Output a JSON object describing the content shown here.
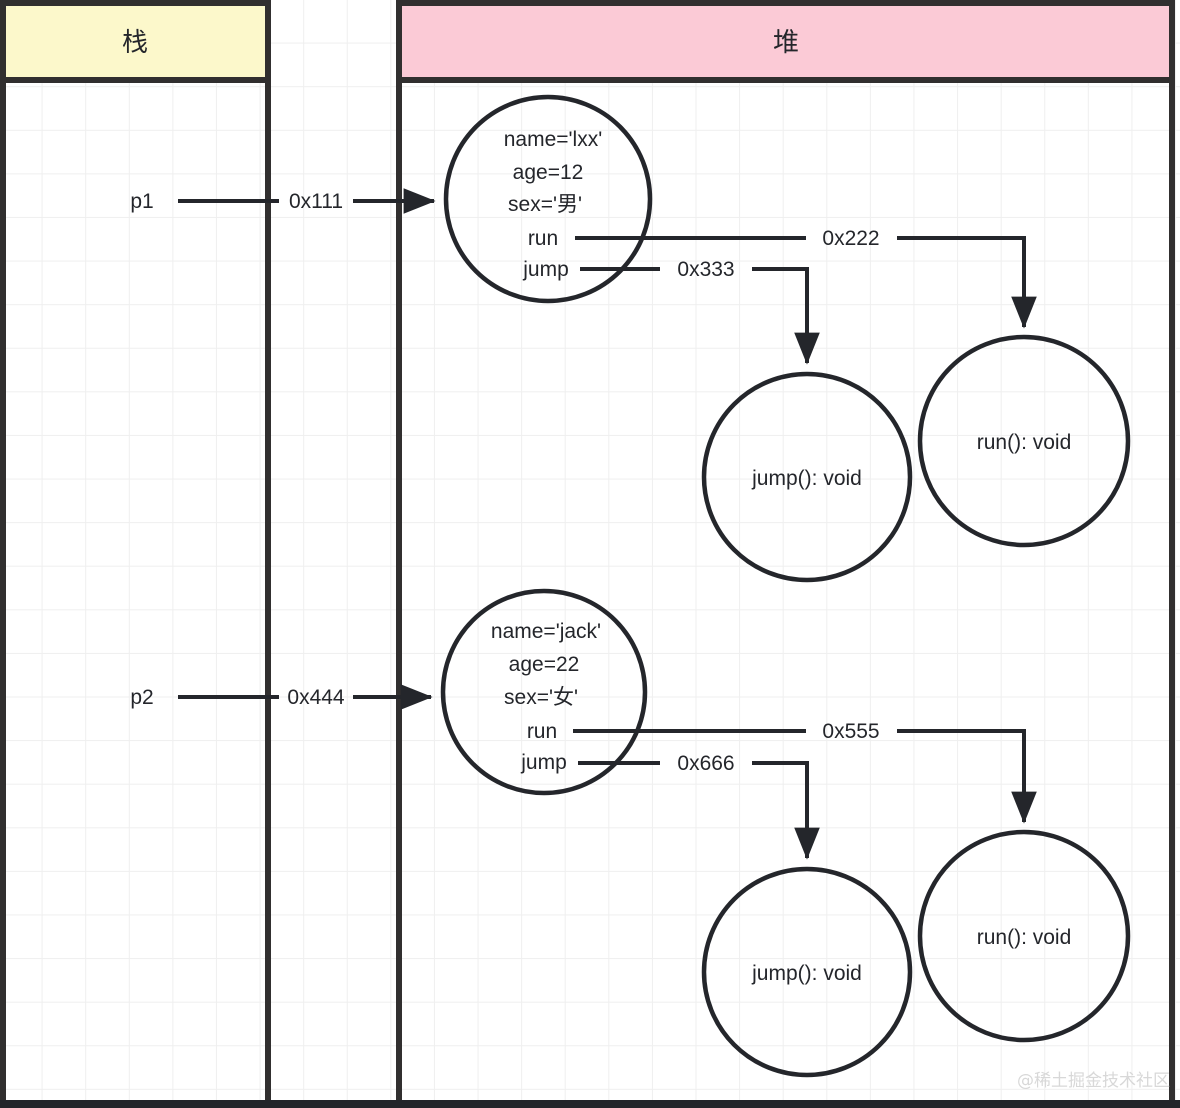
{
  "diagram": {
    "title": "JavaScript stack and heap memory diagram",
    "watermark": "@稀土掘金技术社区",
    "colors": {
      "stack_header_fill": "#FCF8CB",
      "heap_header_fill": "#FBCAD6",
      "border": "#312F2F",
      "stroke": "#24262B",
      "grid_line": "#EFEFEF",
      "background": "#FFFFFF",
      "watermark": "#D8D8D8"
    }
  },
  "regions": {
    "stack": {
      "label": "栈"
    },
    "heap": {
      "label": "堆"
    }
  },
  "stack_variables": [
    {
      "name": "p1",
      "pointer_label": "0x111"
    },
    {
      "name": "p2",
      "pointer_label": "0x444"
    }
  ],
  "heap_objects": [
    {
      "id": "obj1",
      "properties": [
        "name='lxx'",
        "age=12",
        "sex='男'"
      ],
      "methods": [
        {
          "name": "run",
          "pointer_label": "0x222"
        },
        {
          "name": "jump",
          "pointer_label": "0x333"
        }
      ]
    },
    {
      "id": "obj2",
      "properties": [
        "name='jack'",
        "age=22",
        "sex='女'"
      ],
      "methods": [
        {
          "name": "run",
          "pointer_label": "0x555"
        },
        {
          "name": "jump",
          "pointer_label": "0x666"
        }
      ]
    }
  ],
  "function_nodes": [
    {
      "id": "jump1",
      "label": "jump(): void"
    },
    {
      "id": "run1",
      "label": "run(): void"
    },
    {
      "id": "jump2",
      "label": "jump(): void"
    },
    {
      "id": "run2",
      "label": "run(): void"
    }
  ]
}
